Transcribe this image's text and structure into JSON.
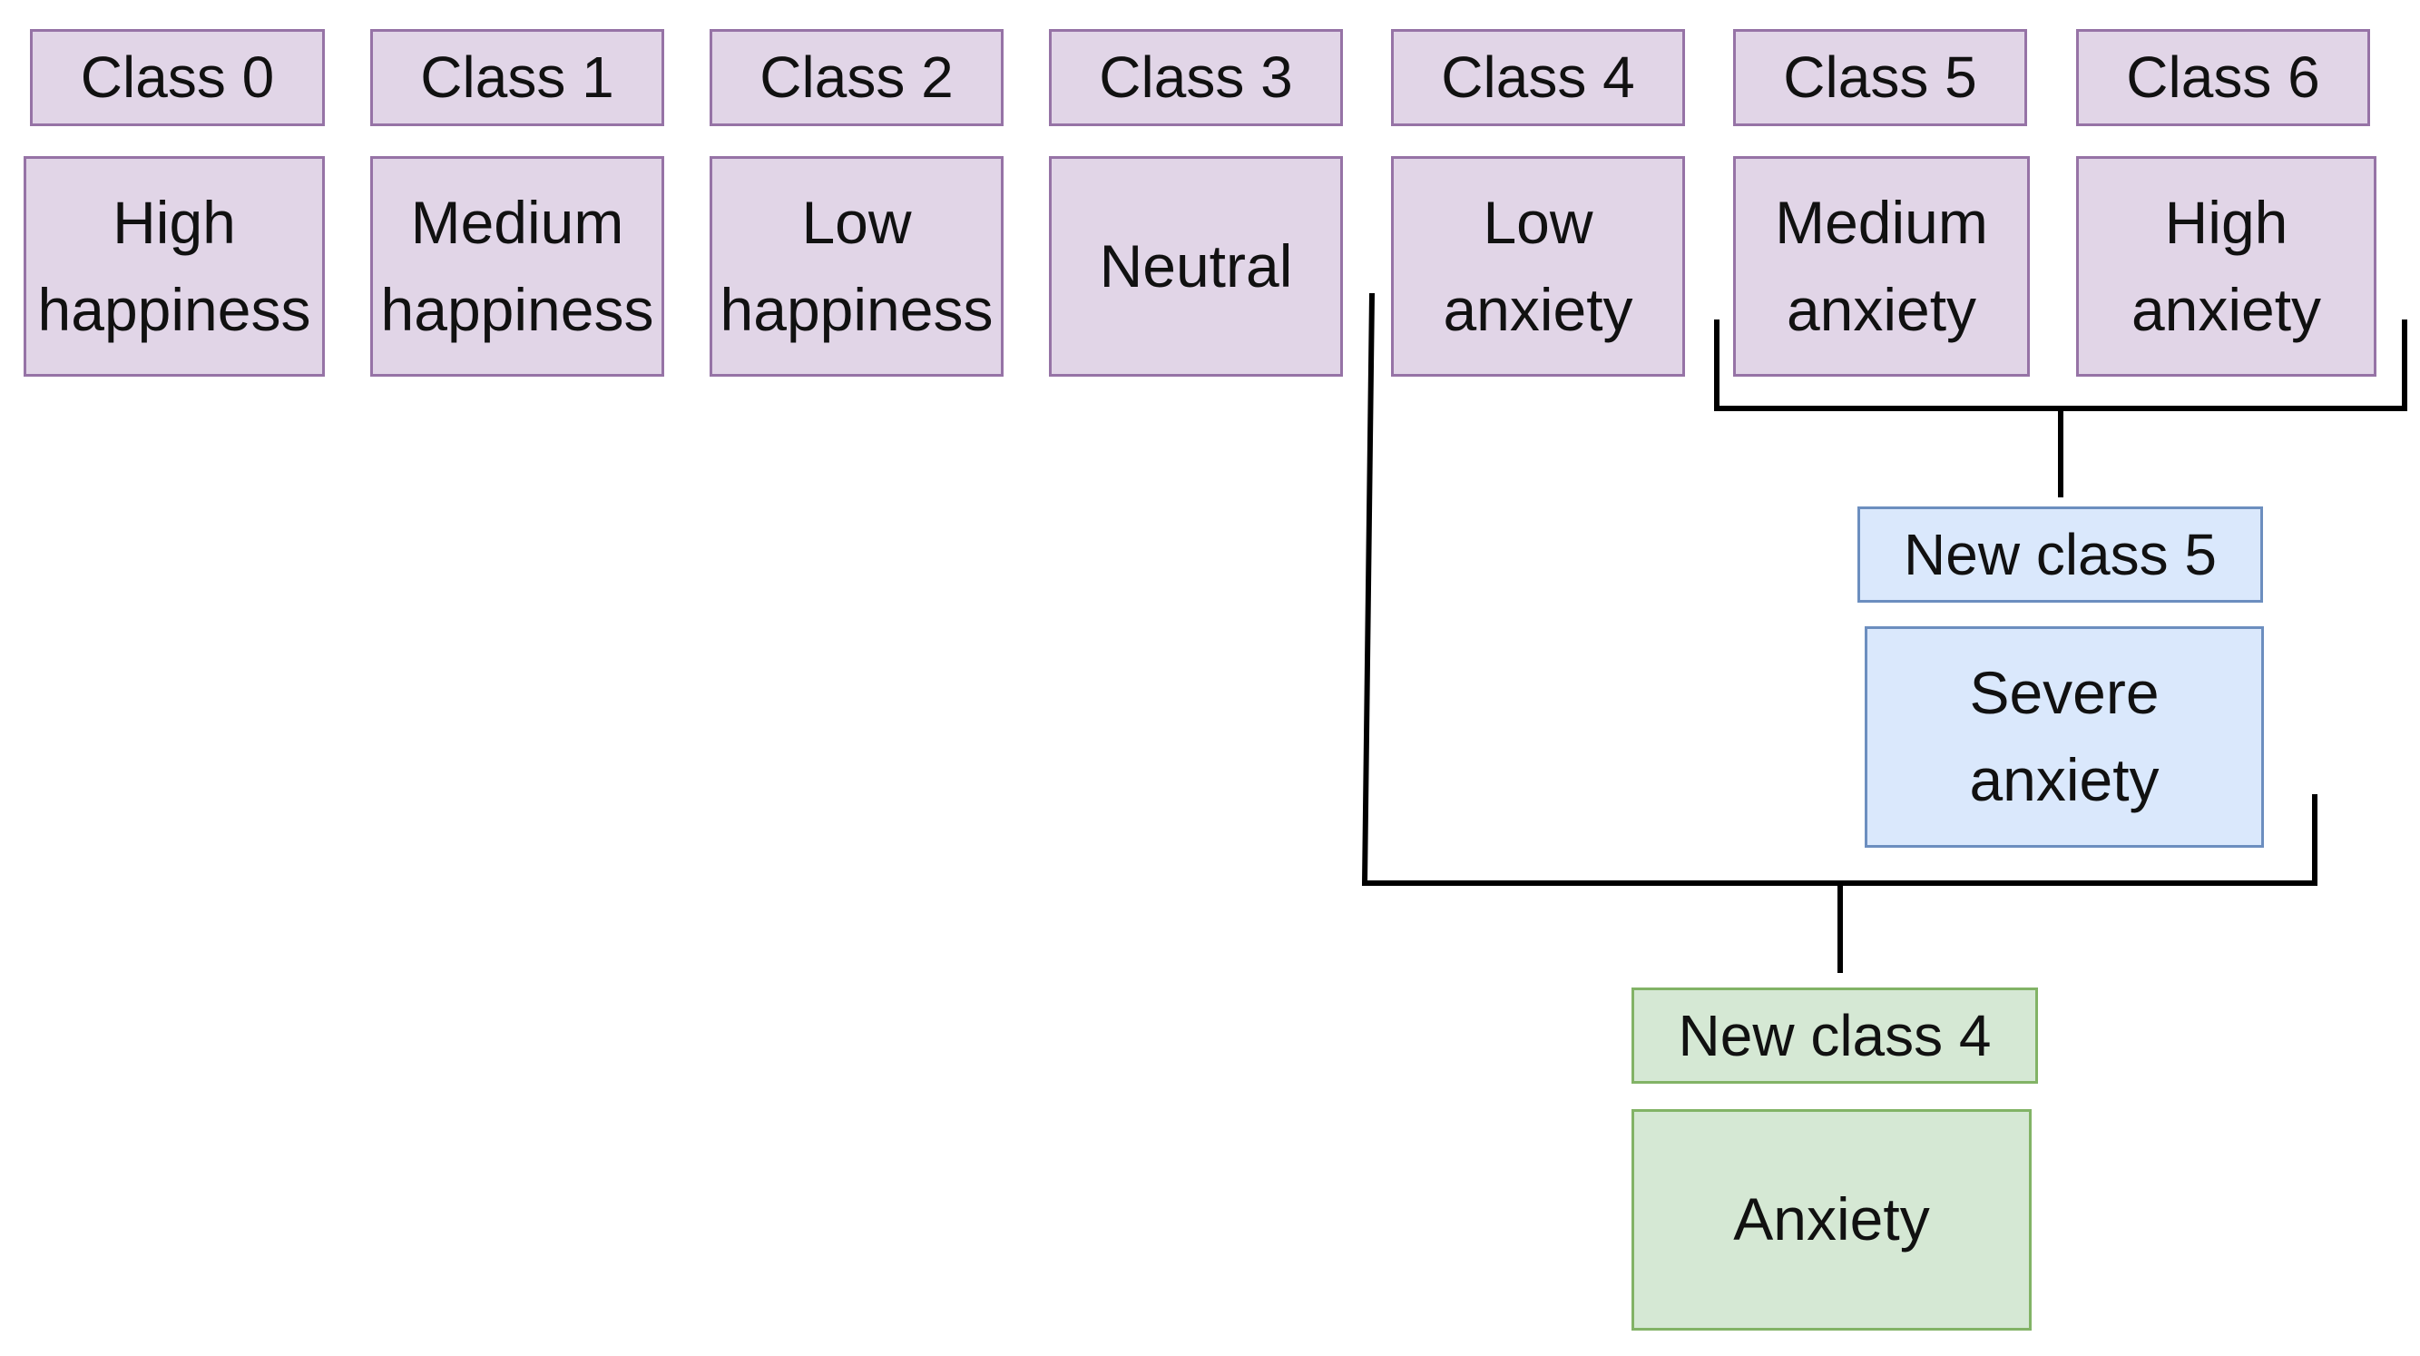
{
  "classes": [
    {
      "header": "Class 0",
      "line1": "High",
      "line2": "happiness"
    },
    {
      "header": "Class 1",
      "line1": "Medium",
      "line2": "happiness"
    },
    {
      "header": "Class 2",
      "line1": "Low",
      "line2": "happiness"
    },
    {
      "header": "Class 3",
      "line1": "Neutral",
      "line2": ""
    },
    {
      "header": "Class 4",
      "line1": "Low",
      "line2": "anxiety"
    },
    {
      "header": "Class 5",
      "line1": "Medium",
      "line2": "anxiety"
    },
    {
      "header": "Class 6",
      "line1": "High",
      "line2": "anxiety"
    }
  ],
  "new_class_5": {
    "header": "New class 5",
    "line1": "Severe",
    "line2": "anxiety"
  },
  "new_class_4": {
    "header": "New class 4",
    "line1": "Anxiety"
  },
  "colors": {
    "original_fill": "#e1d5e7",
    "original_border": "#9673a6",
    "new_class_5_fill": "#dae8fc",
    "new_class_5_border": "#6c8ebf",
    "new_class_4_fill": "#d5e8d4",
    "new_class_4_border": "#82b366",
    "connector": "#000000"
  }
}
